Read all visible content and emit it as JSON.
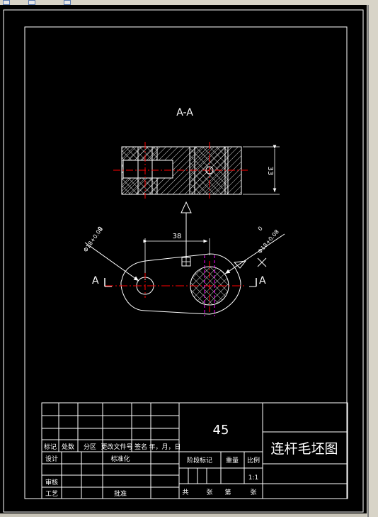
{
  "window": {
    "toolbar_icons": [
      "toolbar-icon-1",
      "toolbar-icon-2",
      "toolbar-icon-3"
    ],
    "scrollbar": "vertical"
  },
  "drawing": {
    "section_title": "A-A",
    "section_marker_left": "A",
    "section_marker_right": "A",
    "dim_center_distance": "38",
    "dim_height": "33",
    "tolerance_left_top": "0",
    "tolerance_left": "Φ18+0.08",
    "tolerance_right_top": "0",
    "tolerance_right": "Φ18+0.08",
    "colors": {
      "outline": "#ffffff",
      "centerline": "#ff0000",
      "hidden": "#ff00ff",
      "background": "#000000"
    }
  },
  "title_block": {
    "material": "45",
    "drawing_name": "连杆毛坯图",
    "revision_headers": [
      "标记",
      "处数",
      "分区",
      "更改文件号",
      "签名",
      "年，月，日"
    ],
    "row_labels": {
      "design": "设计",
      "standardize": "标准化",
      "review": "审核",
      "process": "工艺",
      "approve": "批准"
    },
    "stage_mark": "阶段标记",
    "weight": "重量",
    "scale_label": "比例",
    "scale_value": "1:1",
    "sheets_total": "共",
    "sheets_unit": "张",
    "sheet_no": "第",
    "sheet_unit2": "张"
  }
}
